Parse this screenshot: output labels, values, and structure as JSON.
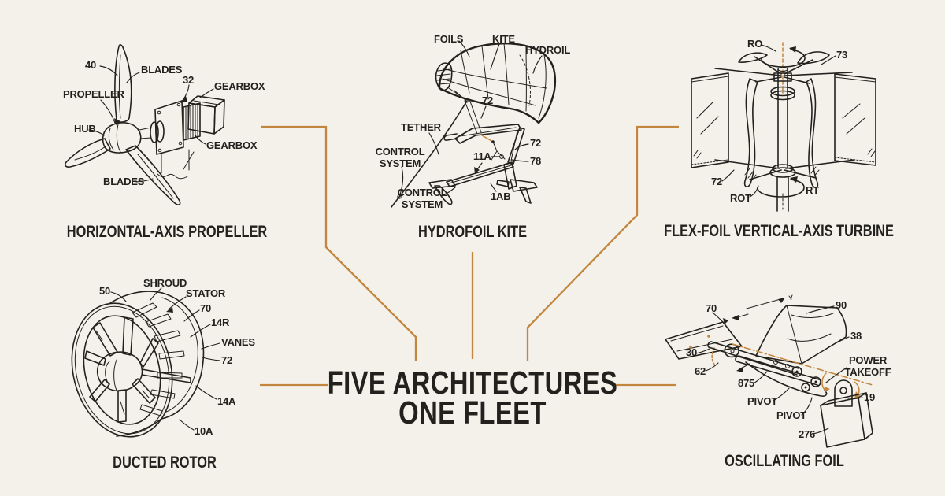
{
  "colors": {
    "background": "#f3f1ea",
    "ink": "#23211d",
    "accent": "#c2863e"
  },
  "center": {
    "title_line1": "FIVE ARCHITECTURES",
    "title_line2": "ONE FLEET"
  },
  "panels": {
    "propeller": {
      "caption": "HORIZONTAL-AXIS PROPELLER",
      "labels": {
        "num40": "40",
        "blades_top": "BLADES",
        "num32": "32",
        "gearbox_top": "GEARBOX",
        "propeller": "PROPELLER",
        "hub": "HUB",
        "gearbox_side": "GEARBOX",
        "blades_bottom": "BLADES"
      }
    },
    "kite": {
      "caption": "HYDROFOIL KITE",
      "labels": {
        "foils": "FOILS",
        "kite": "KITE",
        "hydroil": "HYDROIL",
        "num72_top": "72",
        "tether": "TETHER",
        "control_system_left": "CONTROL\nSYSTEM",
        "num11a": "11A",
        "num72_right": "72",
        "num78": "78",
        "control_system_bottom": "CONTROL\nSYSTEM",
        "num1ab": "1AB"
      }
    },
    "vawt": {
      "caption": "FLEX-FOIL VERTICAL-AXIS TURBINE",
      "labels": {
        "ro": "RO",
        "num73": "73",
        "num72": "72",
        "rot": "ROT",
        "rt": "RT"
      }
    },
    "ducted": {
      "caption": "DUCTED ROTOR",
      "labels": {
        "num50": "50",
        "shroud": "SHROUD",
        "stator": "STATOR",
        "num70": "70",
        "num14r": "14R",
        "vanes": "VANES",
        "num72": "72",
        "num14a": "14A",
        "num10a": "10A"
      }
    },
    "foil": {
      "caption": "OSCILLATING FOIL",
      "labels": {
        "num70": "70",
        "num90": "90",
        "num30": "30",
        "num38": "38",
        "num62": "62",
        "power_takeoff": "POWER\nTAKEOFF",
        "num875": "875",
        "pivot_left": "PIVOT",
        "num19": "19",
        "pivot_right": "PIVOT",
        "num276": "276"
      }
    }
  }
}
